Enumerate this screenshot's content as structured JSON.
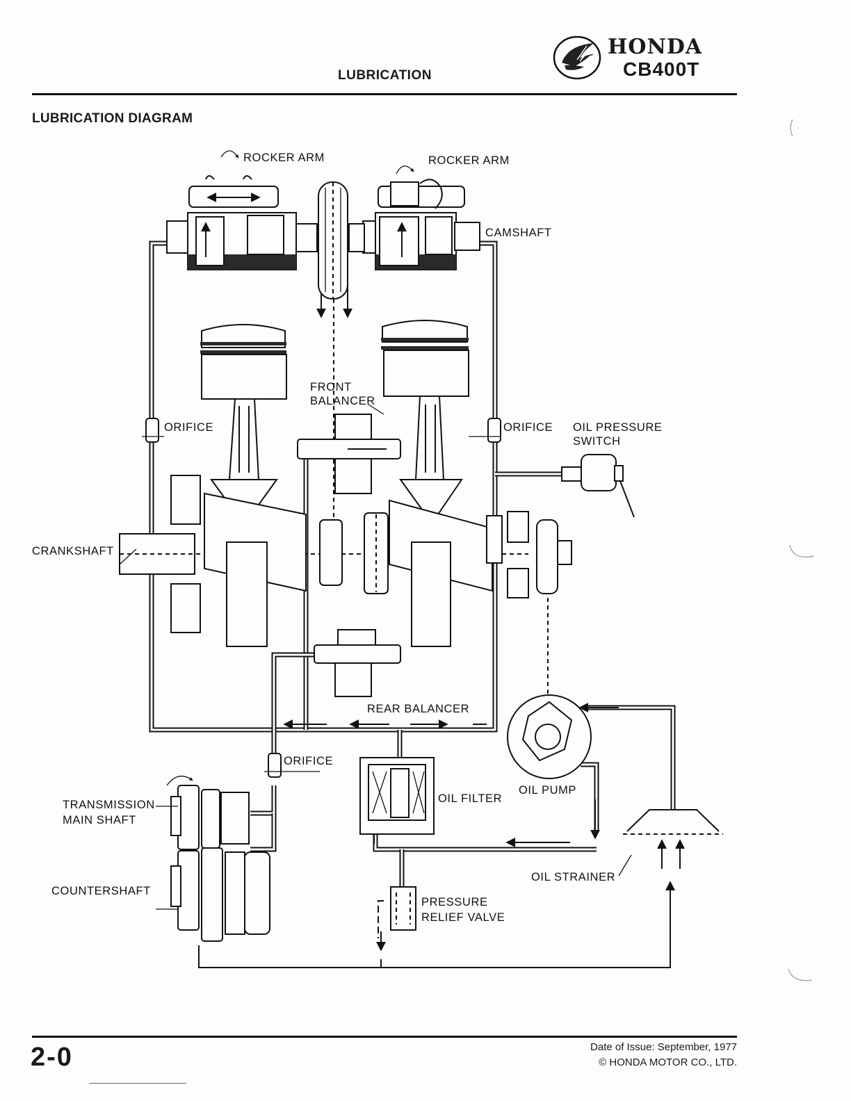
{
  "header": {
    "section": "LUBRICATION",
    "brand": "HONDA",
    "model": "CB400T",
    "logo": "honda-wing-logo"
  },
  "diagram": {
    "title": "LUBRICATION DIAGRAM",
    "labels": {
      "rocker_arm_left": "ROCKER ARM",
      "rocker_arm_right": "ROCKER ARM",
      "camshaft": "CAMSHAFT",
      "front_balancer_1": "FRONT",
      "front_balancer_2": "BALANCER",
      "orifice_left": "ORIFICE",
      "orifice_right": "ORIFICE",
      "orifice_lower": "ORIFICE",
      "oil_pressure_switch_1": "OIL PRESSURE",
      "oil_pressure_switch_2": "SWITCH",
      "crankshaft": "CRANKSHAFT",
      "rear_balancer": "REAR BALANCER",
      "transmission_main_shaft_1": "TRANSMISSION",
      "transmission_main_shaft_2": "MAIN SHAFT",
      "oil_filter": "OIL FILTER",
      "oil_pump": "OIL PUMP",
      "countershaft": "COUNTERSHAFT",
      "oil_strainer": "OIL STRAINER",
      "pressure_relief_valve_1": "PRESSURE",
      "pressure_relief_valve_2": "RELIEF VALVE"
    }
  },
  "footer": {
    "page_number": "2-0",
    "issue_date": "Date of Issue: September, 1977",
    "copyright": "© HONDA MOTOR CO., LTD."
  }
}
